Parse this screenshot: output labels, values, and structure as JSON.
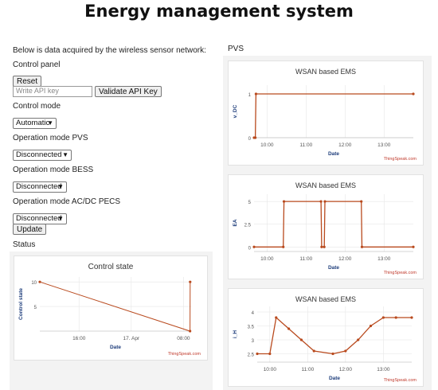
{
  "page": {
    "title": "Energy management system",
    "intro": "Below is data acquired by the wireless sensor network:",
    "pvs_heading": "PVS"
  },
  "controls": {
    "control_panel_label": "Control panel",
    "reset_label": "Reset",
    "api_key_placeholder": "Write API key",
    "validate_label": "Validate API Key",
    "control_mode_label": "Control mode",
    "control_mode_value": "Automatic",
    "pvs_mode_label": "Operation mode PVS",
    "pvs_mode_value": "Disconnected",
    "bess_mode_label": "Operation mode BESS",
    "bess_mode_value": "Disconnected",
    "pecs_mode_label": "Operation mode AC/DC PECS",
    "pecs_mode_value": "Disconnected",
    "update_label": "Update",
    "status_label": "Status"
  },
  "chart_data": [
    {
      "type": "line",
      "title": "WSAN based EMS",
      "xlabel": "Date",
      "ylabel": "v_DC",
      "x_ticks": [
        "10:00",
        "11:00",
        "12:00",
        "13:00"
      ],
      "y_ticks": [
        "0",
        "1"
      ],
      "x": [
        "09:40",
        "09:42",
        "09:43",
        "13:45"
      ],
      "values": [
        0,
        0,
        1,
        1
      ],
      "ylim": [
        0,
        1.2
      ],
      "color": "#b94a1e",
      "credit": "ThingSpeak.com"
    },
    {
      "type": "line",
      "title": "WSAN based EMS",
      "xlabel": "Date",
      "ylabel": "EA",
      "x_ticks": [
        "10:00",
        "11:00",
        "12:00",
        "13:00"
      ],
      "y_ticks": [
        "0",
        "2.5",
        "5"
      ],
      "x": [
        "09:40",
        "10:25",
        "10:26",
        "11:23",
        "11:24",
        "11:28",
        "11:29",
        "12:25",
        "12:26",
        "13:45"
      ],
      "values": [
        0,
        0,
        5,
        5,
        0,
        0,
        5,
        5,
        0,
        0
      ],
      "ylim": [
        -0.5,
        5.8
      ],
      "color": "#b94a1e",
      "credit": "ThingSpeak.com"
    },
    {
      "type": "line",
      "title": "WSAN based EMS",
      "xlabel": "Date",
      "ylabel": "i_H",
      "x_ticks": [
        "10:00",
        "11:00",
        "12:00",
        "13:00"
      ],
      "y_ticks": [
        "2.5",
        "3",
        "3.5",
        "4"
      ],
      "x": [
        "09:40",
        "10:00",
        "10:10",
        "10:30",
        "10:50",
        "11:10",
        "11:40",
        "12:00",
        "12:20",
        "12:40",
        "13:00",
        "13:20",
        "13:45"
      ],
      "values": [
        2.5,
        2.5,
        3.8,
        3.4,
        3.0,
        2.6,
        2.5,
        2.6,
        3.0,
        3.5,
        3.8,
        3.8,
        3.8
      ],
      "ylim": [
        2.2,
        4.2
      ],
      "color": "#b94a1e",
      "credit": "ThingSpeak.com"
    },
    {
      "type": "line",
      "title": "Control state",
      "xlabel": "Date",
      "ylabel": "Control state",
      "x_ticks": [
        "16:00",
        "17. Apr",
        "08:00"
      ],
      "y_ticks": [
        "5",
        "10"
      ],
      "x": [
        "Apr 16 10:00",
        "Apr 17 09:00",
        "Apr 17 09:01"
      ],
      "values": [
        10,
        0,
        10
      ],
      "ylim": [
        0,
        11
      ],
      "color": "#b94a1e",
      "credit": "ThingSpeak.com"
    }
  ]
}
